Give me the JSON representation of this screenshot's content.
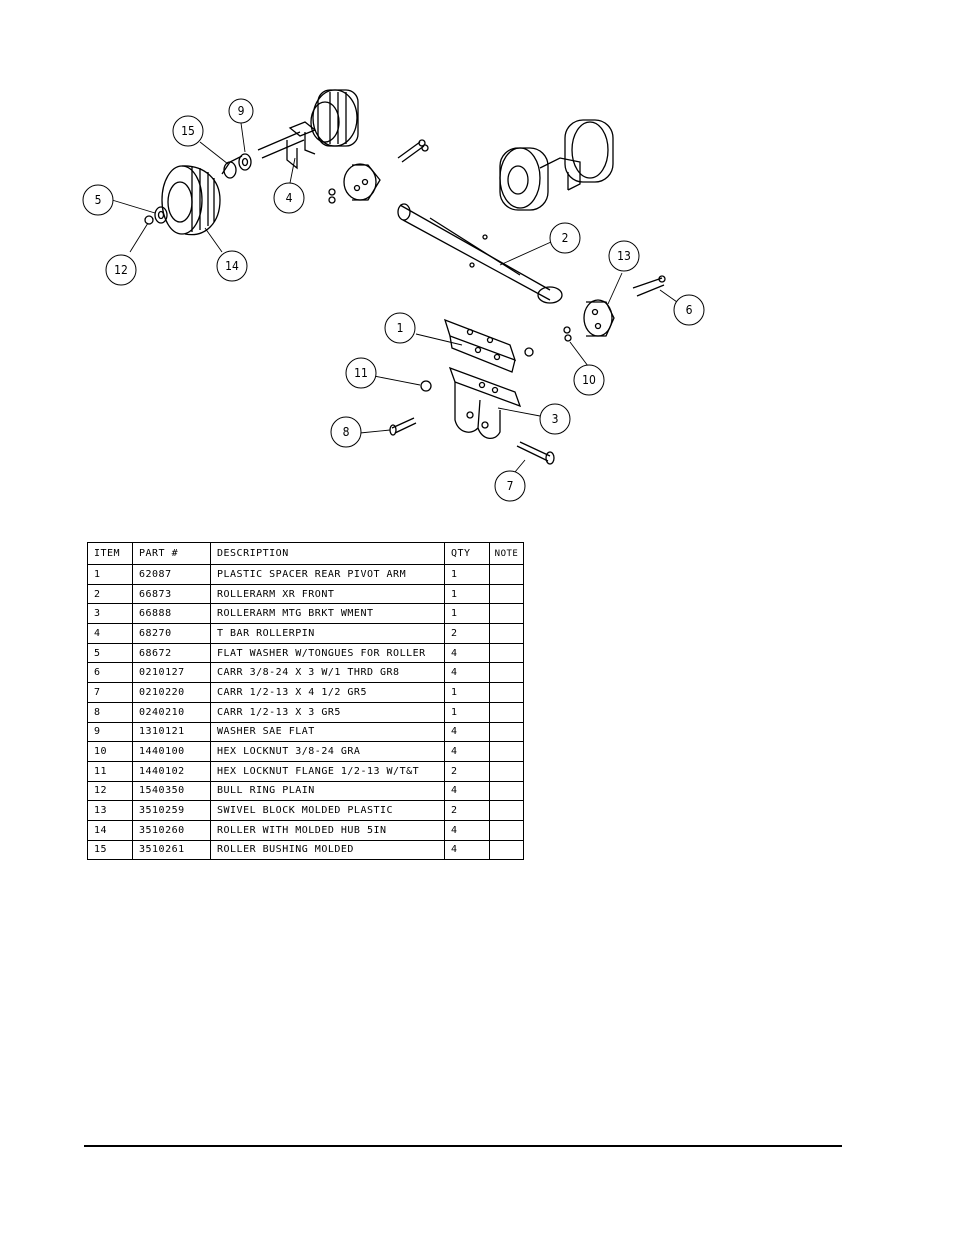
{
  "callouts": [
    "9",
    "15",
    "5",
    "4",
    "12",
    "14",
    "2",
    "13",
    "6",
    "1",
    "10",
    "11",
    "3",
    "8",
    "7"
  ],
  "table": {
    "headers": [
      "ITEM",
      "PART #",
      "DESCRIPTION",
      "QTY",
      "NOTE"
    ],
    "rows": [
      [
        "1",
        "62087",
        "PLASTIC SPACER REAR PIVOT ARM",
        "1",
        ""
      ],
      [
        "2",
        "66873",
        "ROLLERARM XR FRONT",
        "1",
        ""
      ],
      [
        "3",
        "66888",
        "ROLLERARM MTG BRKT WMENT",
        "1",
        ""
      ],
      [
        "4",
        "68270",
        "T BAR ROLLERPIN",
        "2",
        ""
      ],
      [
        "5",
        "68672",
        "FLAT WASHER W/TONGUES FOR ROLLER",
        "4",
        ""
      ],
      [
        "6",
        "0210127",
        "CARR 3/8-24 X 3 W/1 THRD GR8",
        "4",
        ""
      ],
      [
        "7",
        "0210220",
        "CARR 1/2-13 X 4 1/2 GR5",
        "1",
        ""
      ],
      [
        "8",
        "0240210",
        "CARR 1/2-13 X 3 GR5",
        "1",
        ""
      ],
      [
        "9",
        "1310121",
        "WASHER SAE FLAT",
        "4",
        ""
      ],
      [
        "10",
        "1440100",
        "HEX LOCKNUT 3/8-24 GRA",
        "4",
        ""
      ],
      [
        "11",
        "1440102",
        "HEX LOCKNUT FLANGE 1/2-13 W/T&T",
        "2",
        ""
      ],
      [
        "12",
        "1540350",
        "BULL RING PLAIN",
        "4",
        ""
      ],
      [
        "13",
        "3510259",
        "SWIVEL BLOCK MOLDED PLASTIC",
        "2",
        ""
      ],
      [
        "14",
        "3510260",
        "ROLLER WITH MOLDED HUB  5IN",
        "4",
        ""
      ],
      [
        "15",
        "3510261",
        "ROLLER BUSHING MOLDED",
        "4",
        ""
      ]
    ]
  }
}
